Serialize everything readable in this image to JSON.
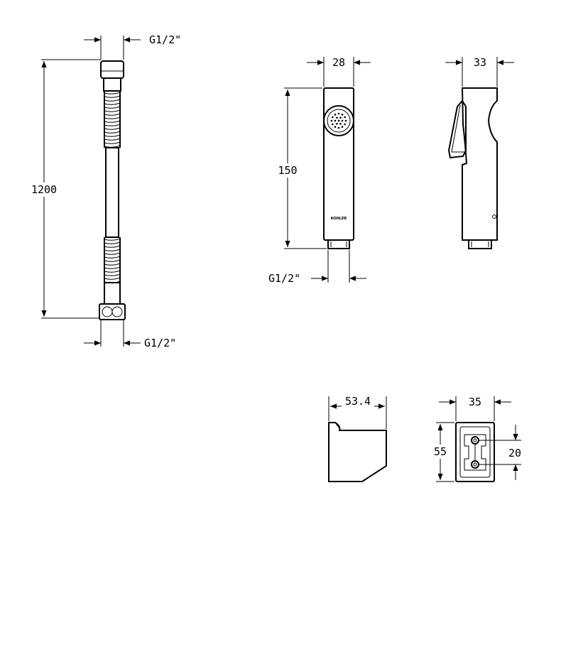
{
  "hose": {
    "length_label": "1200",
    "top_thread_label": "G1/2\"",
    "bottom_thread_label": "G1/2\""
  },
  "spray_front": {
    "width_label": "28",
    "height_label": "150",
    "thread_label": "G1/2\"",
    "logo_text": "KOHLER"
  },
  "spray_side": {
    "width_label": "33"
  },
  "holder_side": {
    "width_label": "53.4"
  },
  "holder_back": {
    "width_label": "35",
    "height_label": "55",
    "hole_spacing_label": "20"
  }
}
